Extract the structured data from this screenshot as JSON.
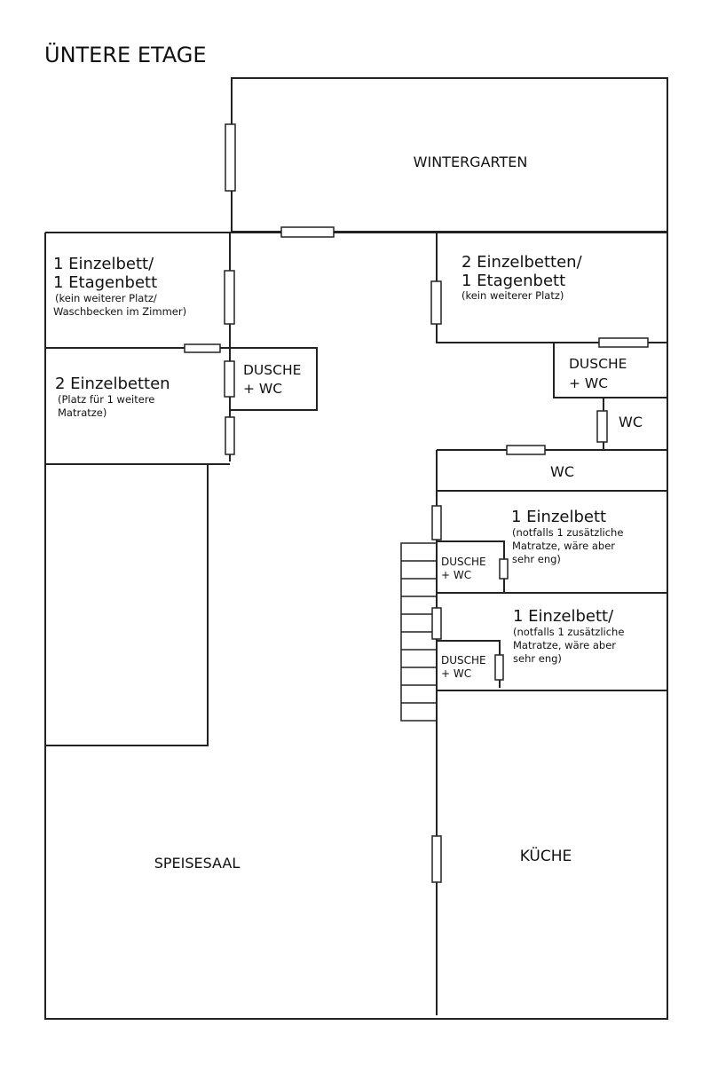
{
  "title": "ÜNTERE ETAGE",
  "rooms": {
    "wintergarten": "WINTERGARTEN",
    "room_a": {
      "line1": "1 Einzelbett/",
      "line2": "1 Etagenbett",
      "note1": "(kein weiterer Platz/",
      "note2": "Waschbecken im Zimmer)"
    },
    "room_b": {
      "line1": "2 Einzelbetten/",
      "line2": "1 Etagenbett",
      "note1": "(kein weiterer Platz)"
    },
    "room_c": {
      "line1": "2 Einzelbetten",
      "note1": "(Platz für 1 weitere",
      "note2": "Matratze)"
    },
    "dusche_left": {
      "line1": "DUSCHE",
      "line2": "+ WC"
    },
    "dusche_right": {
      "line1": "DUSCHE",
      "line2": "+ WC"
    },
    "wc_small": "WC",
    "wc_corridor": "WC",
    "room_d": {
      "line1": "1 Einzelbett",
      "note1": "(notfalls 1 zusätzliche",
      "note2": "Matratze, wäre aber",
      "note3": "sehr eng)"
    },
    "dusche_d": {
      "line1": "DUSCHE",
      "line2": "+ WC"
    },
    "room_e": {
      "line1": "1 Einzelbett/",
      "note1": "(notfalls 1 zusätzliche",
      "note2": "Matratze, wäre aber",
      "note3": "sehr eng)"
    },
    "dusche_e": {
      "line1": "DUSCHE",
      "line2": "+ WC"
    },
    "speisesaal": "SPEISESAAL",
    "kueche": "KÜCHE"
  },
  "colors": {
    "line": "#222222",
    "paper": "#ffffff"
  }
}
